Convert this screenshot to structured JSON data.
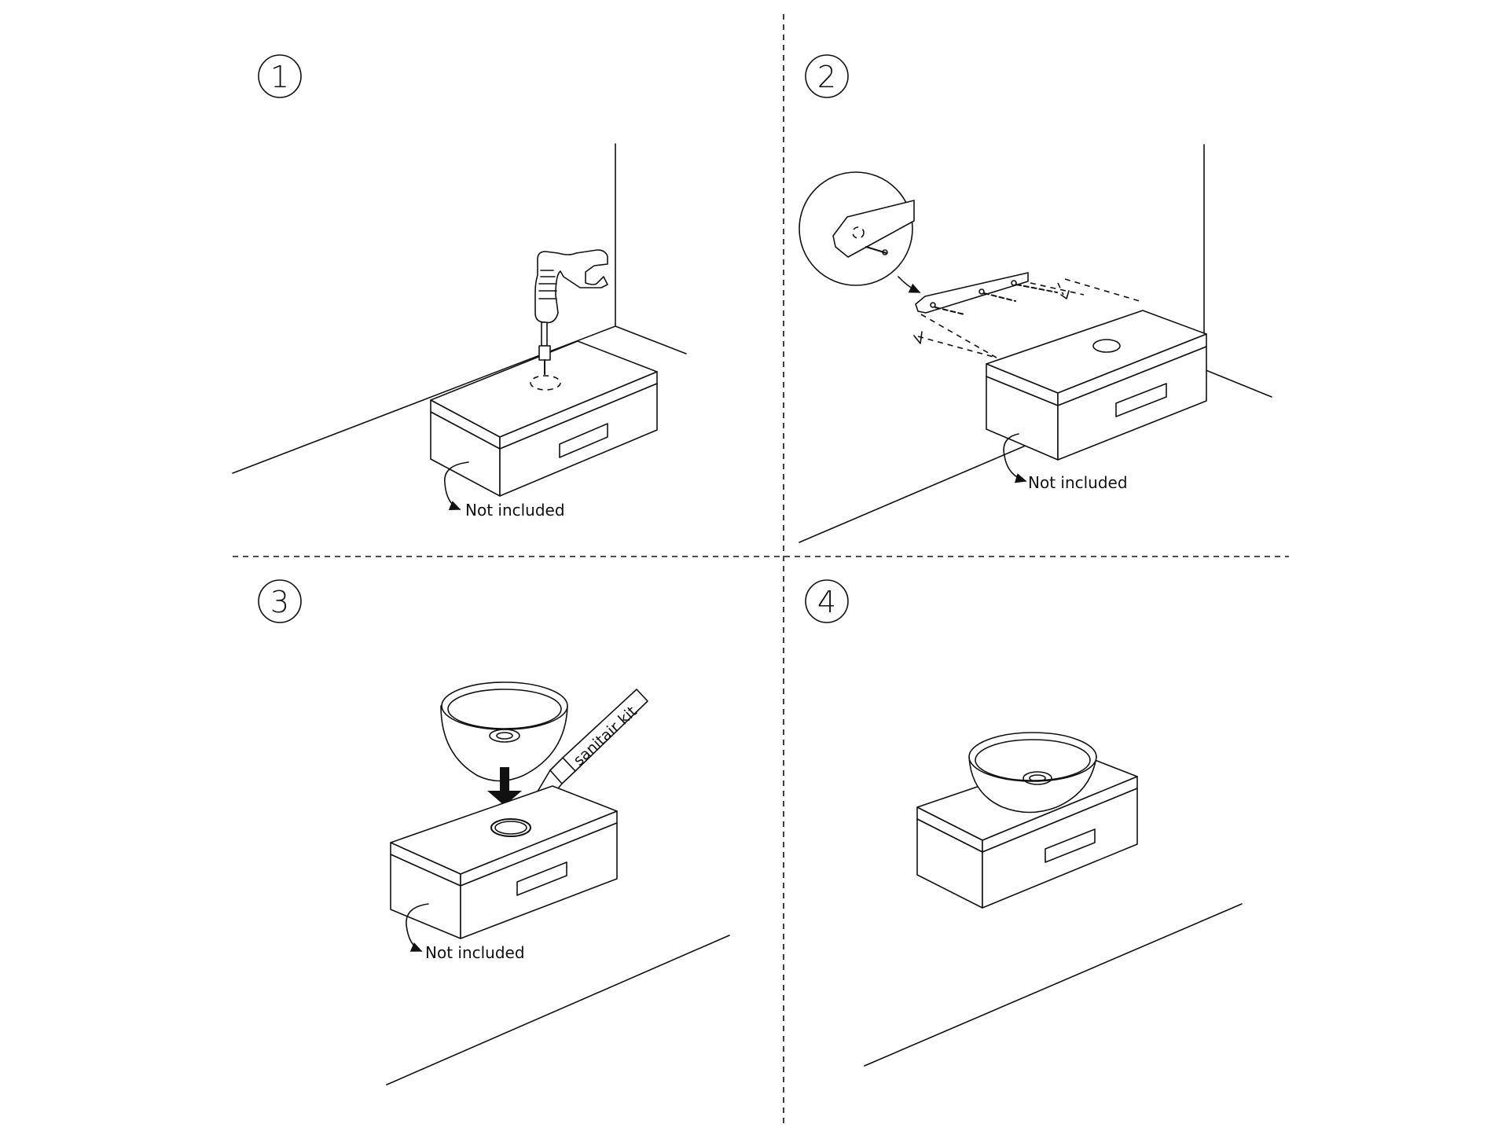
{
  "steps": [
    {
      "number": "1",
      "note": "Not included"
    },
    {
      "number": "2",
      "note": "Not included"
    },
    {
      "number": "3",
      "note": "Not included",
      "tube_label": "sanitair kit"
    },
    {
      "number": "4"
    }
  ],
  "colors": {
    "line": "#111111",
    "background": "#ffffff"
  },
  "icons": [
    "drill-icon",
    "wall-bracket-icon",
    "vessel-sink-icon",
    "sealant-tube-icon",
    "down-arrow-icon",
    "magnifier-callout-icon",
    "curved-arrow-icon"
  ]
}
